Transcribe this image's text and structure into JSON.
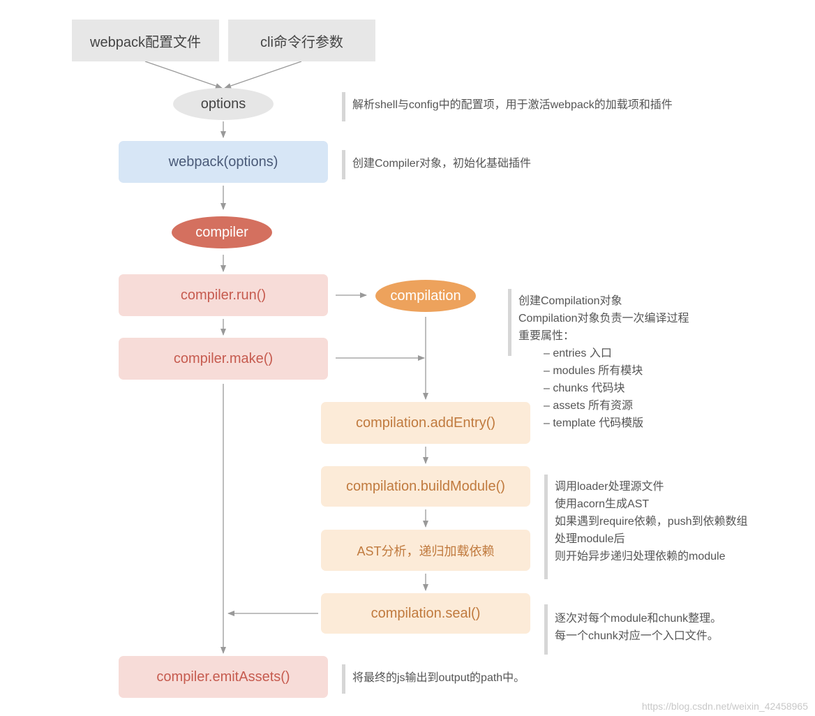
{
  "inputs": {
    "config_file": "webpack配置文件",
    "cli_args": "cli命令行参数"
  },
  "nodes": {
    "options": "options",
    "webpack_options": "webpack(options)",
    "compiler": "compiler",
    "compiler_run": "compiler.run()",
    "compiler_make": "compiler.make()",
    "compilation": "compilation",
    "add_entry": "compilation.addEntry()",
    "build_module": "compilation.buildModule()",
    "ast_analysis": "AST分析，递归加载依赖",
    "seal": "compilation.seal()",
    "emit_assets": "compiler.emitAssets()"
  },
  "notes": {
    "options": [
      "解析shell与config中的配置项，用于激活webpack的加载项和插件"
    ],
    "webpack": [
      "创建Compiler对象，初始化基础插件"
    ],
    "compilation": {
      "lines": [
        "创建Compilation对象",
        "Compilation对象负责一次编译过程",
        "重要属性："
      ],
      "properties": [
        "– entries 入口",
        "– modules 所有模块",
        "– chunks 代码块",
        "– assets 所有资源",
        "– template 代码模版"
      ]
    },
    "build_module": [
      "调用loader处理源文件",
      "使用acorn生成AST",
      "如果遇到require依赖，push到依赖数组",
      "处理module后",
      "则开始异步递归处理依赖的module"
    ],
    "seal": [
      "逐次对每个module和chunk整理。",
      "每一个chunk对应一个入口文件。"
    ],
    "emit": [
      "将最终的js输出到output的path中。"
    ]
  },
  "watermark": "https://blog.csdn.net/weixin_42458965",
  "colors": {
    "arrow": "#999999",
    "input_box": "#e7e7e7",
    "webpack_box": "#d7e6f6",
    "compiler_box": "#f7dcd8",
    "compilation_box": "#fcebd8",
    "compiler_ellipse": "#d4705f",
    "compilation_ellipse": "#eda25c"
  }
}
